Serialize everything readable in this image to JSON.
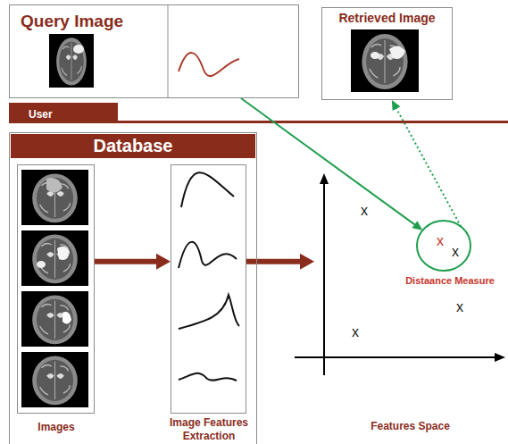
{
  "diagram": {
    "nodes": [
      {
        "text": [
          "Query Image"
        ]
      },
      {
        "text": [
          "Retrieved Image"
        ]
      },
      {
        "text": [
          "User"
        ]
      },
      {
        "text": [
          "Database"
        ]
      },
      {
        "text": [
          "Images"
        ],
        "in": 3
      },
      {
        "text": [
          "Image Features Extraction"
        ],
        "in": 3
      },
      {
        "text": [
          "Features Space"
        ]
      },
      {
        "text": [
          "Distaance Measure"
        ],
        "in": 6
      }
    ],
    "edges": [
      {
        "from": 4,
        "to": 5,
        "arrow": "to"
      },
      {
        "from": 5,
        "to": 6,
        "arrow": "to"
      },
      {
        "from": 0,
        "to": 7,
        "arrow": "to"
      },
      {
        "from": 7,
        "to": 1,
        "arrow": "to"
      }
    ],
    "labels": [
      "x",
      "x",
      "x",
      "x",
      "x"
    ]
  }
}
